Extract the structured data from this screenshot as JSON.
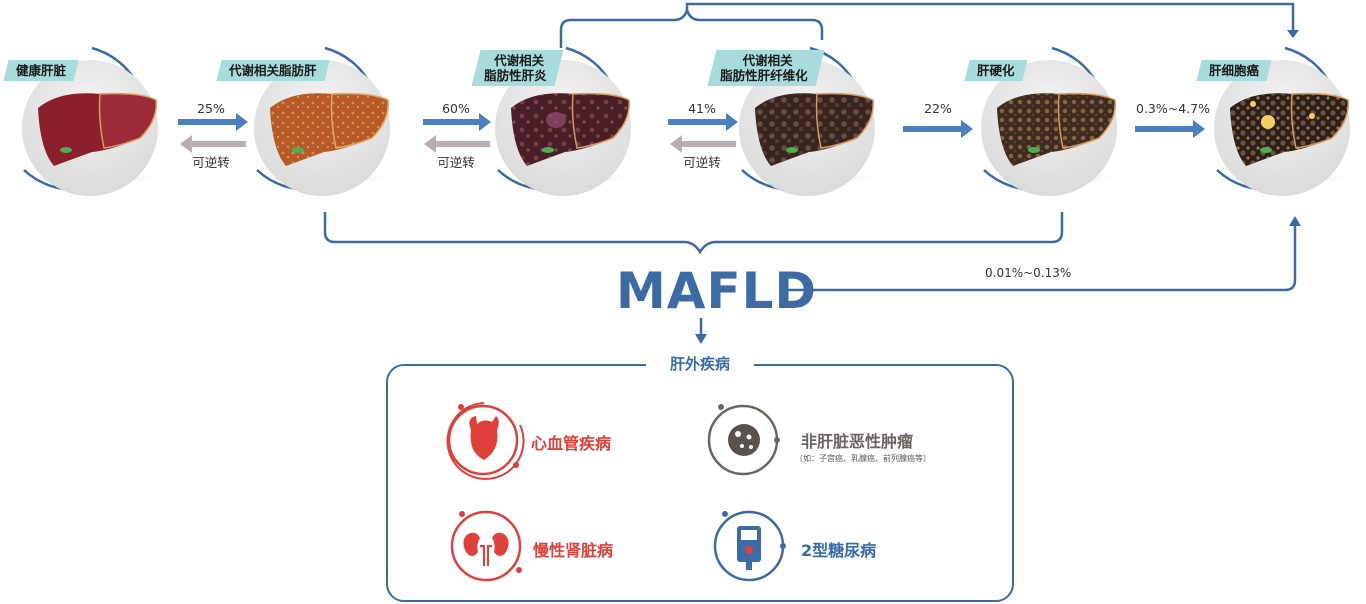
{
  "stages": [
    {
      "id": "healthy",
      "label": "健康肝脏"
    },
    {
      "id": "steatosis",
      "label": "代谢相关脂肪肝"
    },
    {
      "id": "mash",
      "label_line1": "代谢相关",
      "label_line2": "脂肪性肝炎"
    },
    {
      "id": "fibrosis",
      "label_line1": "代谢相关",
      "label_line2": "脂肪性肝纤维化"
    },
    {
      "id": "cirrhosis",
      "label": "肝硬化"
    },
    {
      "id": "hcc",
      "label": "肝细胞癌"
    }
  ],
  "transitions": [
    {
      "from": "healthy",
      "to": "steatosis",
      "rate": "25%",
      "reverse": "可逆转"
    },
    {
      "from": "steatosis",
      "to": "mash",
      "rate": "60%",
      "reverse": "可逆转"
    },
    {
      "from": "mash",
      "to": "fibrosis",
      "rate": "41%",
      "reverse": "可逆转"
    },
    {
      "from": "fibrosis",
      "to": "cirrhosis",
      "rate": "22%"
    },
    {
      "from": "cirrhosis",
      "to": "hcc",
      "rate": "0.3%~4.7%"
    }
  ],
  "center": {
    "label": "MAFLD",
    "to_hcc_rate": "0.01%~0.13%"
  },
  "extrahepatic": {
    "title": "肝外疾病",
    "items": [
      {
        "name": "心血管疾病",
        "icon": "heart-icon",
        "color": "#e0403a"
      },
      {
        "name": "非肝脏恶性肿瘤",
        "note": "（如：子宫癌、乳腺癌、前列腺癌等）",
        "icon": "tumor-cell-icon",
        "color": "#6b6560"
      },
      {
        "name": "慢性肾脏病",
        "icon": "kidney-icon",
        "color": "#e0403a"
      },
      {
        "name": "2型糖尿病",
        "icon": "glucose-meter-icon",
        "color": "#3b6aa5"
      }
    ]
  }
}
